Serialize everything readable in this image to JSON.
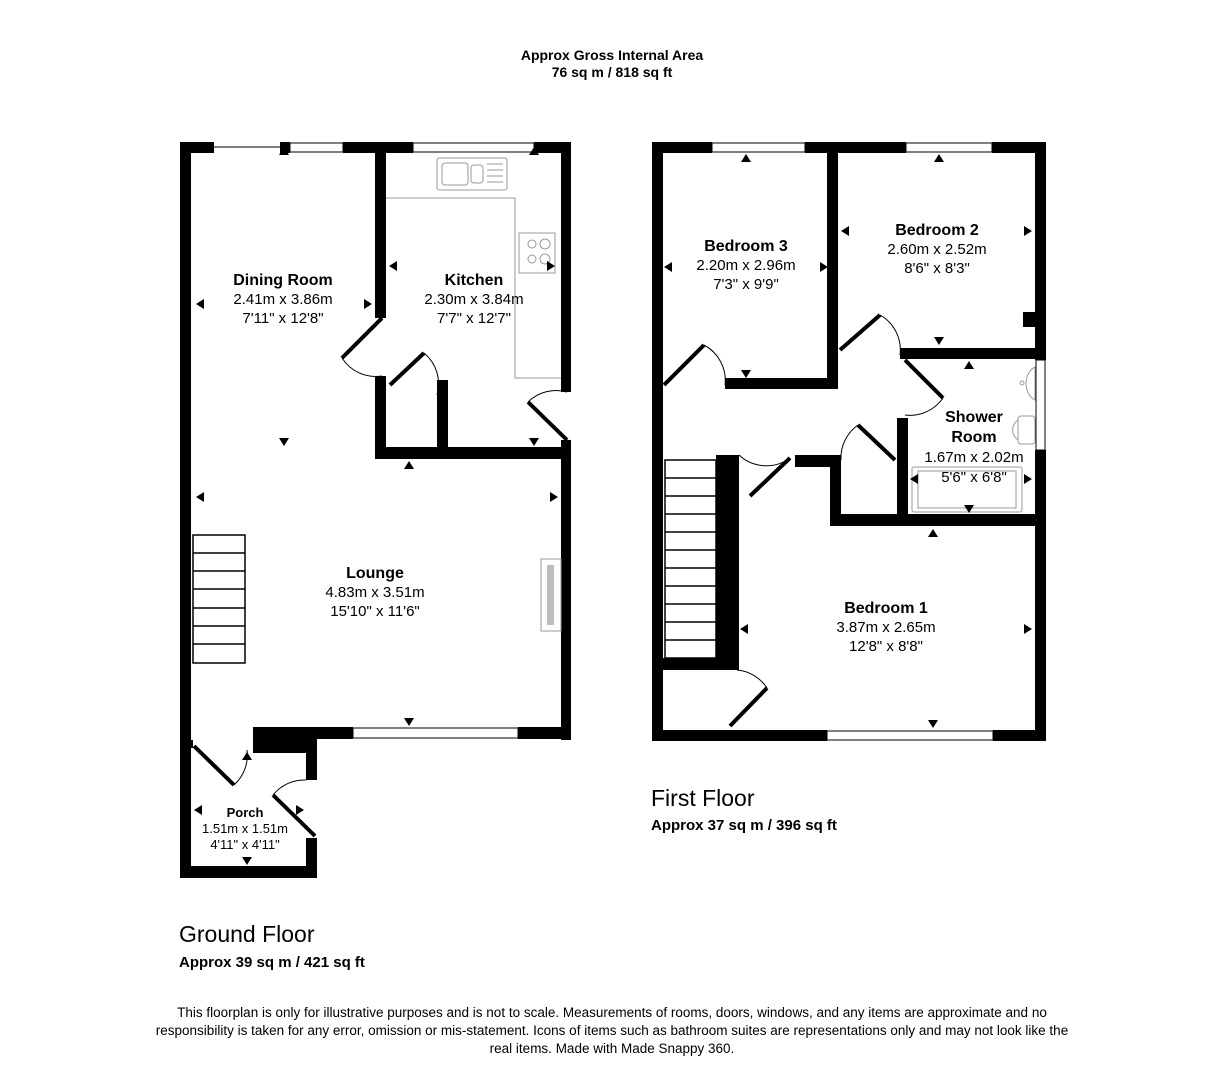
{
  "header": {
    "title": "Approx Gross Internal Area",
    "area": "76 sq m / 818 sq ft"
  },
  "floors": [
    {
      "name": "Ground Floor",
      "area": "Approx 39 sq m / 421 sq ft",
      "rooms": [
        {
          "name": "Dining Room",
          "metric": "2.41m x 3.86m",
          "imperial": "7'11\" x 12'8\""
        },
        {
          "name": "Kitchen",
          "metric": "2.30m x 3.84m",
          "imperial": "7'7\" x 12'7\""
        },
        {
          "name": "Lounge",
          "metric": "4.83m x 3.51m",
          "imperial": "15'10\" x 11'6\""
        },
        {
          "name": "Porch",
          "metric": "1.51m x 1.51m",
          "imperial": "4'11\" x 4'11\""
        }
      ]
    },
    {
      "name": "First Floor",
      "area": "Approx 37 sq m / 396 sq ft",
      "rooms": [
        {
          "name": "Bedroom 3",
          "metric": "2.20m x 2.96m",
          "imperial": "7'3\" x 9'9\""
        },
        {
          "name": "Bedroom 2",
          "metric": "2.60m x 2.52m",
          "imperial": "8'6\" x 8'3\""
        },
        {
          "name": "Shower Room",
          "name_line1": "Shower",
          "name_line2": "Room",
          "metric": "1.67m x 2.02m",
          "imperial": "5'6\" x 6'8\""
        },
        {
          "name": "Bedroom 1",
          "metric": "3.87m x 2.65m",
          "imperial": "12'8\" x 8'8\""
        }
      ]
    }
  ],
  "disclaimer": "This floorplan is only for illustrative purposes and is not to scale. Measurements of rooms, doors, windows, and any items are approximate and no responsibility is taken for any error, omission or mis-statement. Icons of items such as bathroom suites are representations only and may not look like the real items. Made with Made Snappy 360.",
  "icons": [
    "sink-icon",
    "hob-icon",
    "basin-icon",
    "toilet-icon",
    "shower-tray-icon",
    "fireplace-icon",
    "staircase-icon",
    "door-swing-icon",
    "window-icon",
    "dimension-arrow-icon"
  ]
}
